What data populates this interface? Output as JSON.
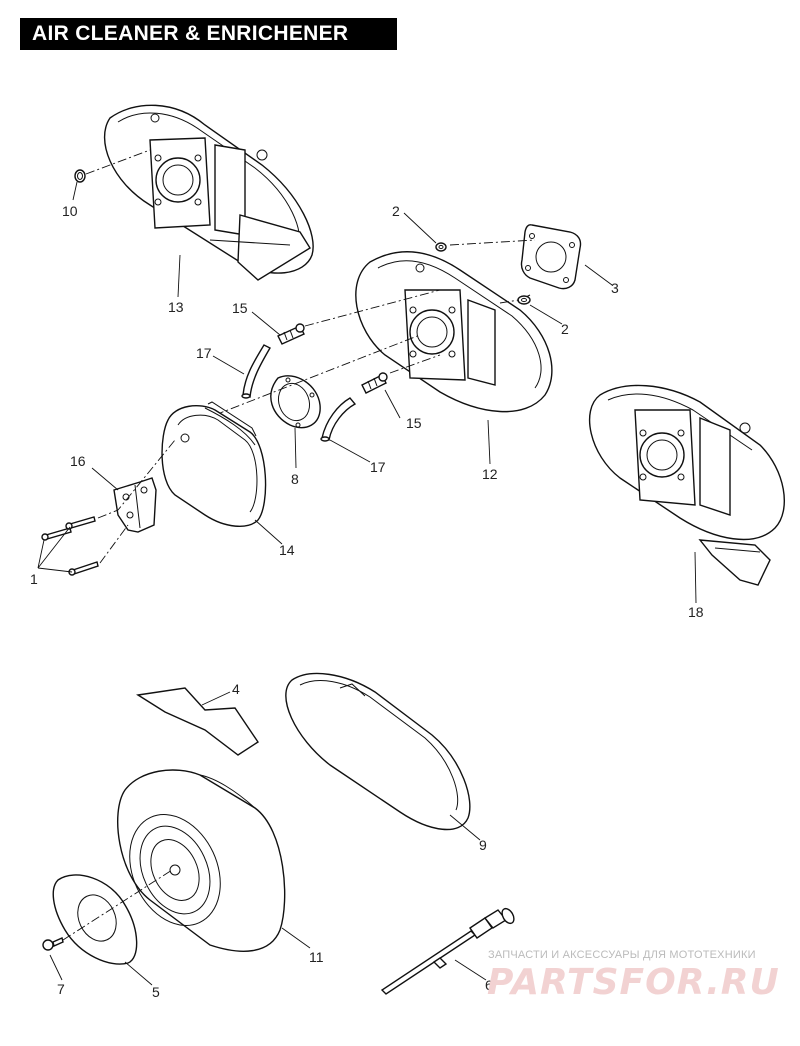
{
  "title": "AIR CLEANER & ENRICHENER",
  "callouts": {
    "c1": "1",
    "c2a": "2",
    "c2b": "2",
    "c3": "3",
    "c4": "4",
    "c5": "5",
    "c6": "6",
    "c7": "7",
    "c8": "8",
    "c9": "9",
    "c10": "10",
    "c11": "11",
    "c12": "12",
    "c13": "13",
    "c14": "14",
    "c15a": "15",
    "c15b": "15",
    "c16": "16",
    "c17a": "17",
    "c17b": "17",
    "c18": "18"
  },
  "watermark": {
    "tagline": "ЗАПЧАСТИ И АКСЕССУАРЫ ДЛЯ МОТОТЕХНИКИ",
    "logo": "PARTSFOR.RU"
  }
}
